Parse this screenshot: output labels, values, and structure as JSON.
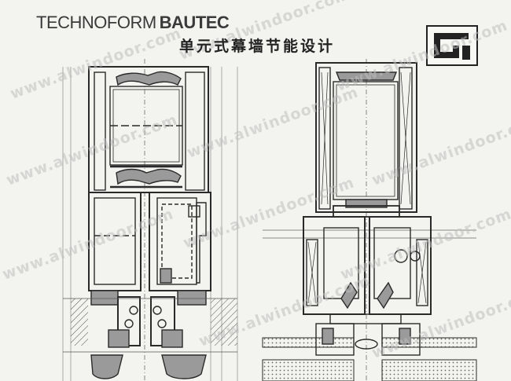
{
  "header": {
    "brand_light": "TECHNOFORM",
    "brand_bold": "BAUTEC",
    "title_cn": "单元式幕墙节能设计"
  },
  "watermark": {
    "text": "www.alwindoor.com"
  },
  "colors": {
    "background": "#f3f3f0",
    "line": "#2a2a2a",
    "insulator_fill": "#9a9a9a",
    "watermark": "#bebebe"
  },
  "logo": {
    "icon": "technoform-logo-icon"
  }
}
